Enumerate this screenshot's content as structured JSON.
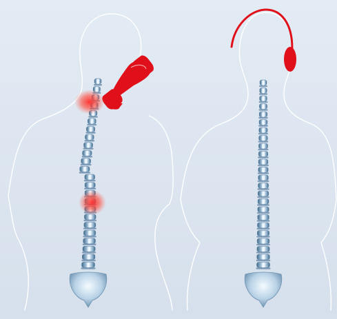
{
  "image": {
    "background_color": "#dde6f1",
    "outline_color": "#ffffff",
    "accent_color": "#e0101a",
    "bone_light": "#e9f3fb",
    "bone_mid": "#a9c6dd",
    "bone_dark": "#3f6a8a",
    "disc_color": "#6f8fae",
    "pain_color": "#ff2a2a"
  },
  "figures": [
    {
      "name": "left-figure",
      "posture": "phone-on-shoulder",
      "pain_spots": [
        "neck",
        "lower-back"
      ],
      "object": "handset-icon"
    },
    {
      "name": "right-figure",
      "posture": "headset",
      "pain_spots": [],
      "object": "headset-icon"
    }
  ]
}
